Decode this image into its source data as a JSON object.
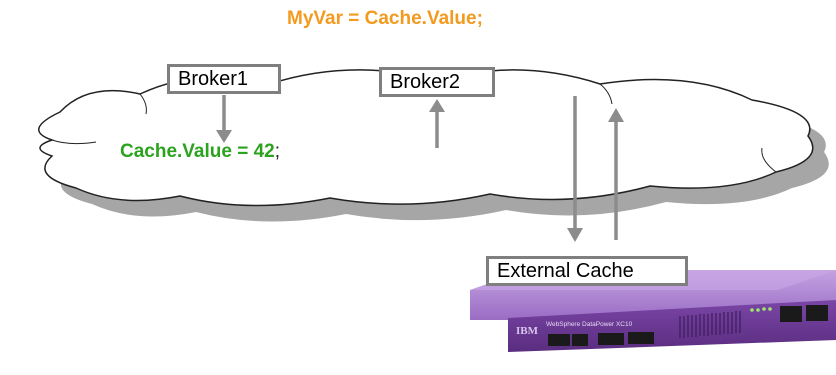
{
  "diagram": {
    "top_code": "MyVar = Cache.Value;",
    "cache_code_main": "Cache.Value = 42",
    "cache_code_semicolon": ";",
    "broker1_label": "Broker1",
    "broker2_label": "Broker2",
    "external_cache_label": "External Cache",
    "device_brand": "IBM",
    "device_product": "WebSphere DataPower XC10"
  },
  "colors": {
    "top_code": "#f39a1f",
    "cache_code": "#2ca31f",
    "arrow": "#8c8c8c",
    "box_border": "#7f7f7f",
    "cloud_shadow": "#a6a6a6",
    "device_body": "#9d6fc6",
    "device_front": "#6f3d98"
  }
}
